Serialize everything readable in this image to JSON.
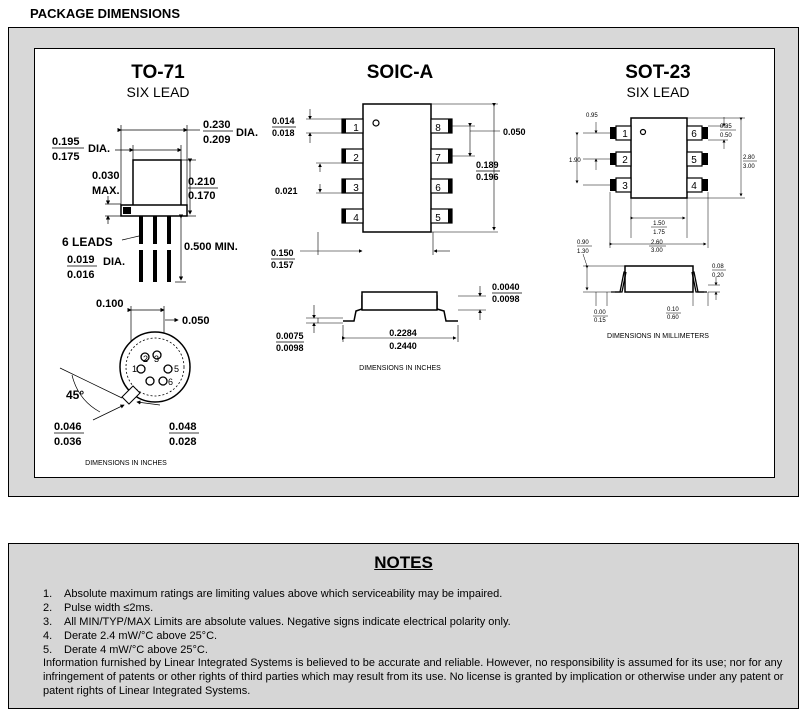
{
  "header": "PACKAGE DIMENSIONS",
  "to71": {
    "title": "TO-71",
    "subtitle": "SIX LEAD",
    "dia_a_top": "0.230",
    "dia_a_bottom": "0.209",
    "dia_a_label": "DIA.",
    "dia_b_top": "0.195",
    "dia_b_bottom": "0.175",
    "dia_b_label": "DIA.",
    "max_top": "0.030",
    "max_label": "MAX.",
    "h_top": "0.210",
    "h_bottom": "0.170",
    "leads_label": "6 LEADS",
    "lead_top": "0.019",
    "lead_bottom": "0.016",
    "lead_label": "DIA.",
    "lead_len": "0.500 MIN.",
    "pitch": "0.100",
    "half_pitch": "0.050",
    "angle": "45°",
    "tab_a_top": "0.046",
    "tab_a_bottom": "0.036",
    "tab_b_top": "0.048",
    "tab_b_bottom": "0.028",
    "pins": [
      "1",
      "2",
      "3",
      "5",
      "6"
    ],
    "units": "DIMENSIONS IN INCHES"
  },
  "soic": {
    "title": "SOIC-A",
    "pins_left": [
      "1",
      "2",
      "3",
      "4"
    ],
    "pins_right": [
      "8",
      "7",
      "6",
      "5"
    ],
    "d1_top": "0.014",
    "d1_bottom": "0.018",
    "d2": "0.021",
    "pitch": "0.050",
    "len_top": "0.189",
    "len_bottom": "0.196",
    "w_top": "0.150",
    "w_bottom": "0.157",
    "t_top": "0.0040",
    "t_bottom": "0.0098",
    "lead_top": "0.0075",
    "lead_bottom": "0.0098",
    "span_top": "0.2284",
    "span_bottom": "0.2440",
    "units": "DIMENSIONS IN INCHES"
  },
  "sot": {
    "title": "SOT-23",
    "subtitle": "SIX LEAD",
    "pins_left": [
      "1",
      "2",
      "3"
    ],
    "pins_right": [
      "6",
      "5",
      "4"
    ],
    "pitch": "0.95",
    "h_top": "1.90",
    "lw_top": "0.35",
    "lw_bottom": "0.50",
    "len_top": "2.80",
    "len_bottom": "3.00",
    "bw_top": "1.50",
    "bw_bottom": "1.75",
    "tw_top": "2.60",
    "tw_bottom": "3.00",
    "ht_top": "0.90",
    "ht_bottom": "1.30",
    "lt_top": "0.08",
    "lt_bottom": "0.20",
    "st_top": "0.00",
    "st_bottom": "0.15",
    "ll_top": "0.10",
    "ll_bottom": "0.60",
    "units": "DIMENSIONS IN MILLIMETERS"
  },
  "notes": {
    "title": "NOTES",
    "items": [
      {
        "num": "1.",
        "text": "Absolute maximum ratings are limiting values above which serviceability may be impaired."
      },
      {
        "num": "2.",
        "text": "Pulse width ≤2ms."
      },
      {
        "num": "3.",
        "text": "All MIN/TYP/MAX Limits are absolute values.  Negative signs indicate electrical polarity only."
      },
      {
        "num": "4.",
        "text": "Derate 2.4 mW/°C above 25°C."
      },
      {
        "num": "5.",
        "text": "Derate 4 mW/°C above 25°C."
      }
    ],
    "disclaimer": "Information furnished by Linear Integrated Systems is believed to be accurate and reliable. However, no responsibility is assumed for its use; nor for any infringement of patents or other rights of third parties which may result from its use. No license is granted by implication or otherwise under any patent or patent rights of Linear Integrated Systems."
  }
}
